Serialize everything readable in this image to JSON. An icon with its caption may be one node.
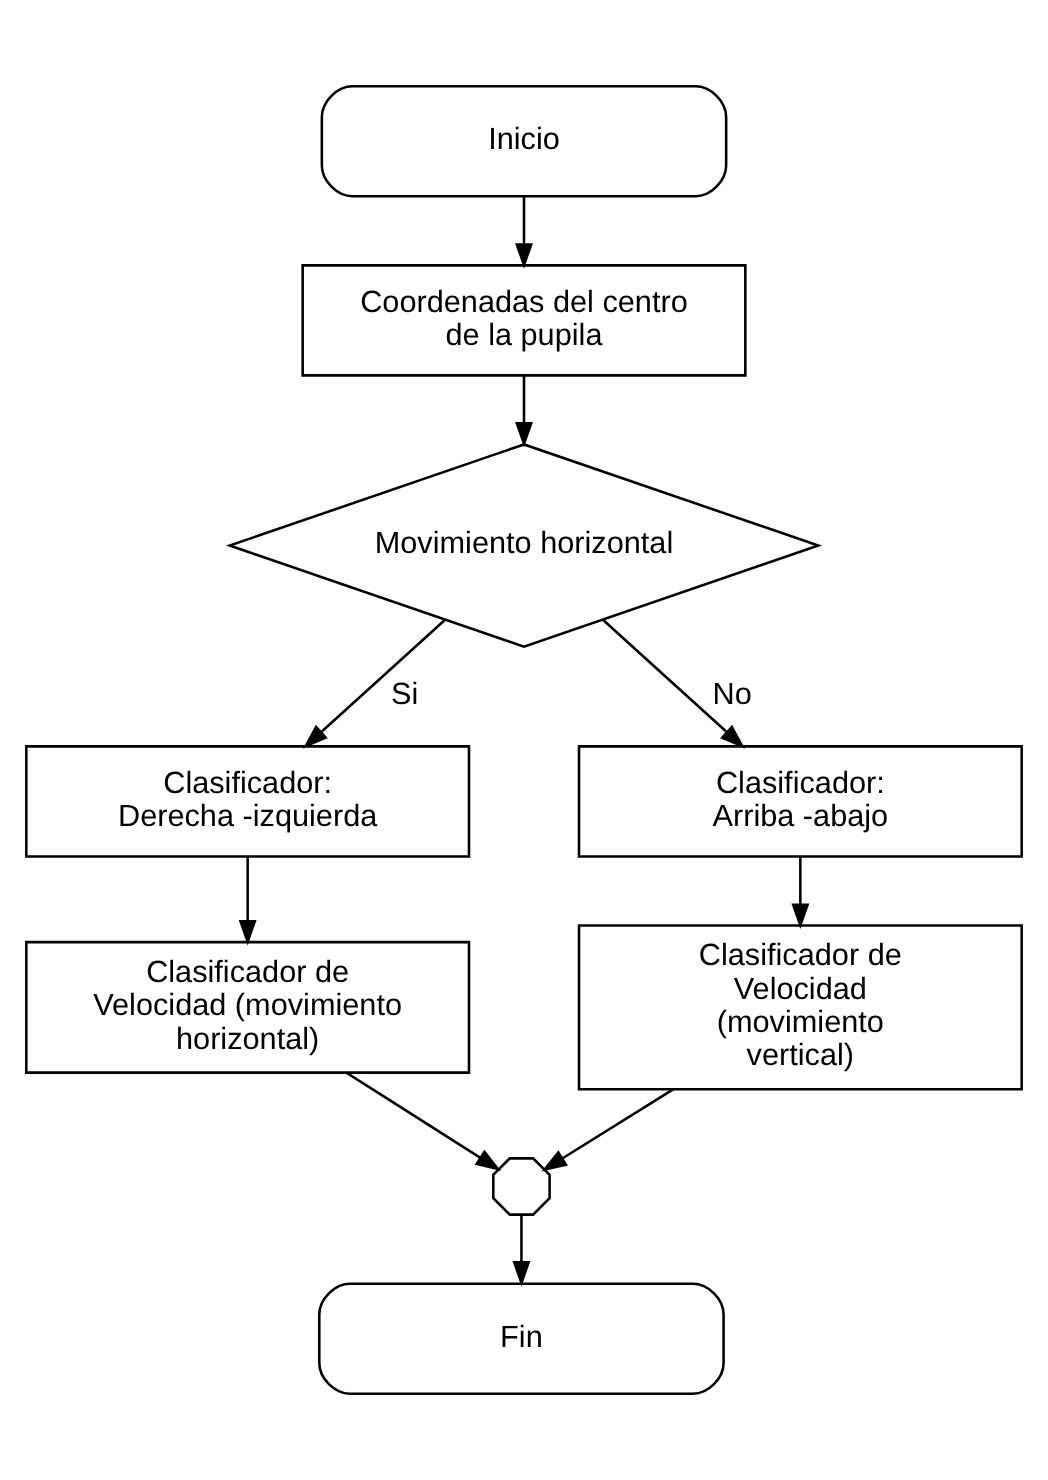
{
  "diagram": {
    "nodes": [
      {
        "text": [
          "Inicio"
        ]
      },
      {
        "text": [
          "Coordenadas del centro de la pupila"
        ]
      },
      {
        "text": [
          "Movimiento horizontal"
        ]
      },
      {
        "text": [
          "Clasificador: Derecha -izquierda"
        ]
      },
      {
        "text": [
          "Clasificador de Velocidad (movimiento horizontal)"
        ]
      },
      {
        "text": [
          "Clasificador: Arriba -abajo"
        ]
      },
      {
        "text": [
          "Clasificador de Velocidad (movimiento vertical)"
        ]
      },
      {
        "text": [],
        "shape": "circle"
      },
      {
        "text": [
          "Fin"
        ]
      }
    ],
    "edges": [
      {
        "from": 0,
        "to": 1,
        "arrow": "to"
      },
      {
        "from": 1,
        "to": 2,
        "arrow": "to"
      },
      {
        "from": 2,
        "to": 3,
        "arrow": "to",
        "label": "Si"
      },
      {
        "from": 2,
        "to": 5,
        "arrow": "to",
        "label": "No"
      },
      {
        "from": 3,
        "to": 4,
        "arrow": "to"
      },
      {
        "from": 5,
        "to": 6,
        "arrow": "to"
      },
      {
        "from": 4,
        "to": 7,
        "arrow": "to"
      },
      {
        "from": 6,
        "to": 7,
        "arrow": "to"
      },
      {
        "from": 7,
        "to": 8,
        "arrow": "to"
      }
    ]
  }
}
